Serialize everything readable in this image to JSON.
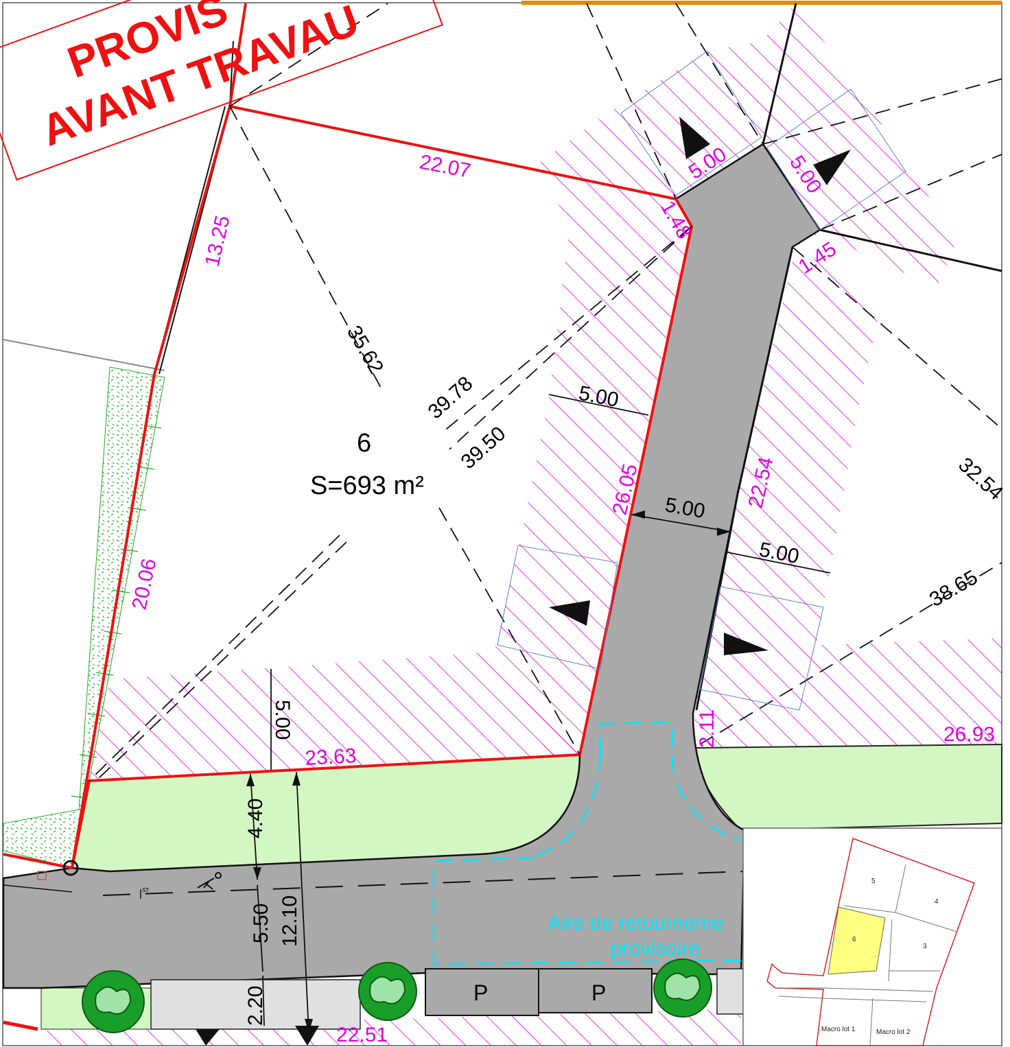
{
  "stamp": {
    "line1": "PROVIS",
    "line2": "AVANT TRAVAU"
  },
  "lot": {
    "number": "6",
    "area": "S=693 m²"
  },
  "turnaround": {
    "line1": "Aire de retourneme",
    "line2": "provisoire"
  },
  "parking": {
    "p1": "P",
    "p2": "P"
  },
  "road_label": "ST",
  "colors": {
    "boundary": "#ee1111",
    "dimension": "#e000e0",
    "road": "#a9a9a9",
    "green": "#d3f7c2",
    "hatch": "#e000e0",
    "turnaround": "#00e5ff",
    "highlight": "#ffff80"
  },
  "dims_magenta": {
    "d1": "22.07",
    "d2": "13.25",
    "d3": "20.06",
    "d4": "23.63",
    "d5": "26.05",
    "d6": "22.54",
    "d7": "5.00",
    "d8": "5.00",
    "d9": "1.48",
    "d10": "1.45",
    "d11": "2.11",
    "d12": "26.93",
    "d13": "22.51"
  },
  "dims_black": {
    "d1": "35.62",
    "d2": "39.78",
    "d3": "39.50",
    "d4": "5.00",
    "d5": "5.00",
    "d6": "5.00",
    "d7": "32.54",
    "d8": "38.65",
    "d9": "5.00",
    "d10": "4.40",
    "d11": "5.50",
    "d12": "12.10",
    "d13": "2.20"
  },
  "inset": {
    "lots": {
      "l5": "5",
      "l4": "4",
      "l6": "6",
      "l3": "3"
    },
    "macro": {
      "m1": "Macro lot 1",
      "m2": "Macro lot 2"
    }
  }
}
